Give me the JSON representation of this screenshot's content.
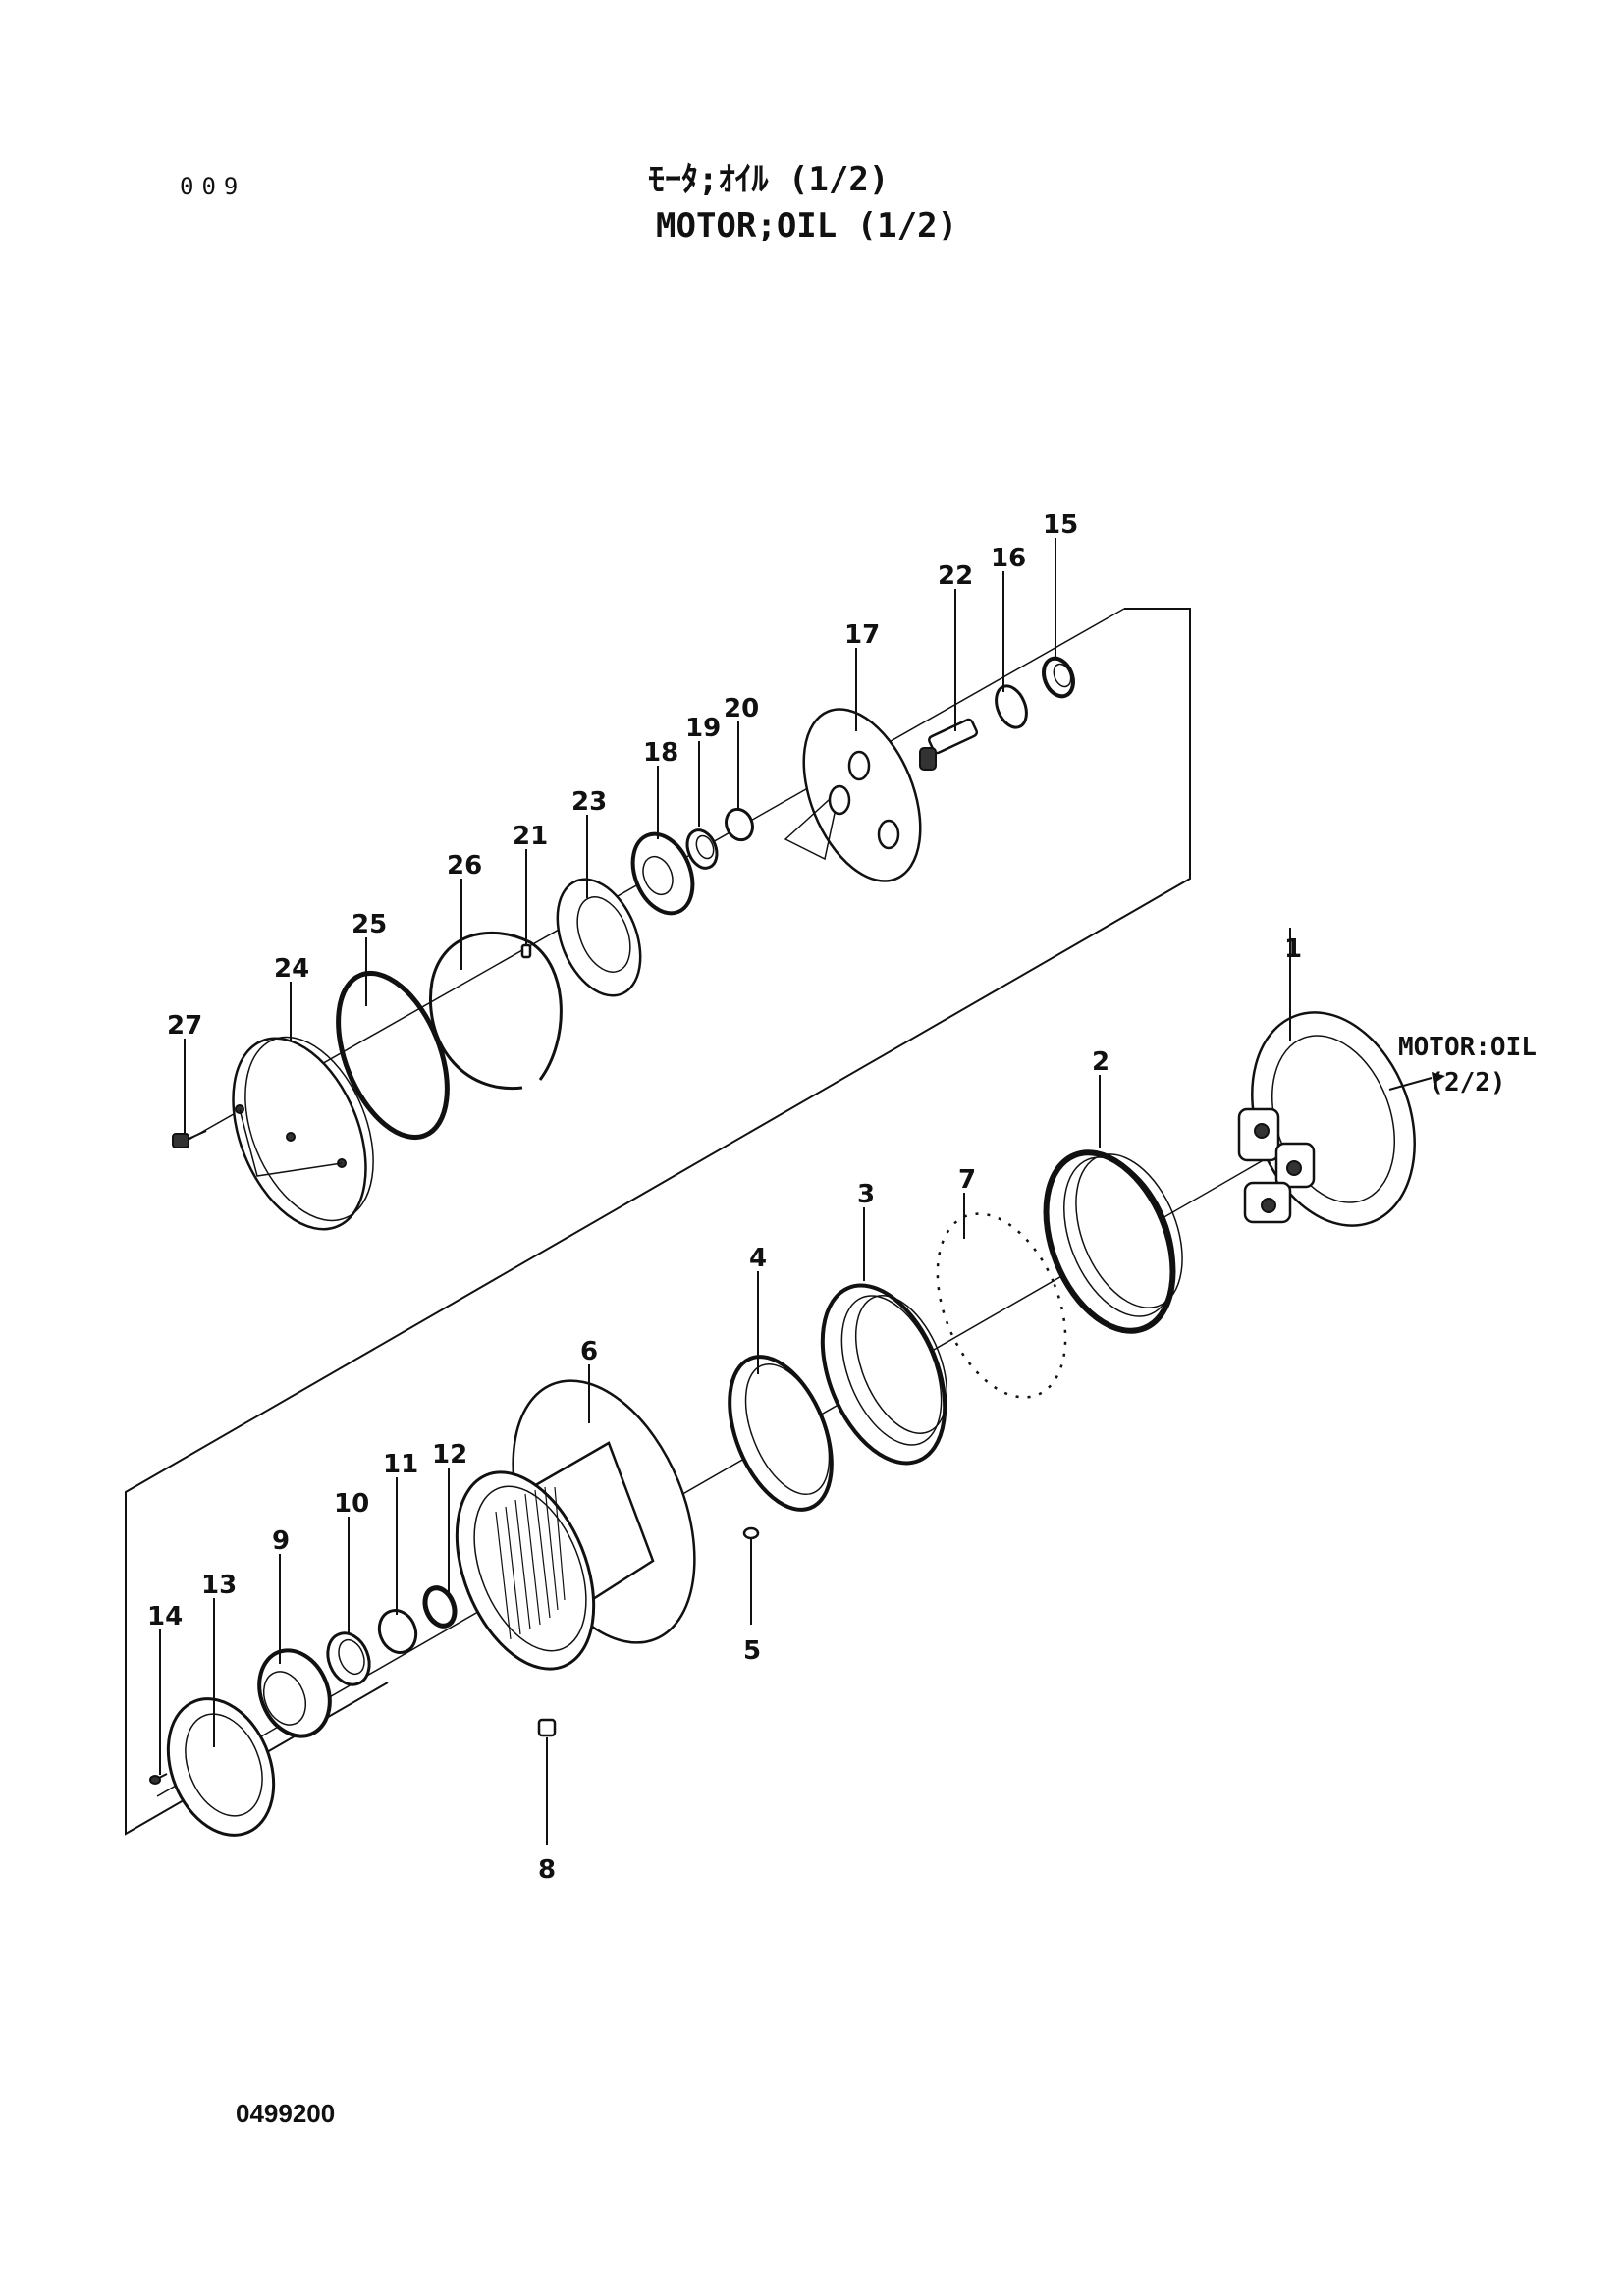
{
  "page_number": "009",
  "title_jp": "ﾓｰﾀ;ｵｲﾙ (1/2)",
  "title_en": "MOTOR;OIL (1/2)",
  "reference_note": {
    "line1": "MOTOR:OIL",
    "line2": "(2/2)"
  },
  "drawing_number": "0499200",
  "part_labels": [
    "1",
    "2",
    "3",
    "4",
    "5",
    "6",
    "7",
    "8",
    "9",
    "10",
    "11",
    "12",
    "13",
    "14",
    "15",
    "16",
    "17",
    "18",
    "19",
    "20",
    "21",
    "22",
    "23",
    "24",
    "25",
    "26",
    "27"
  ]
}
